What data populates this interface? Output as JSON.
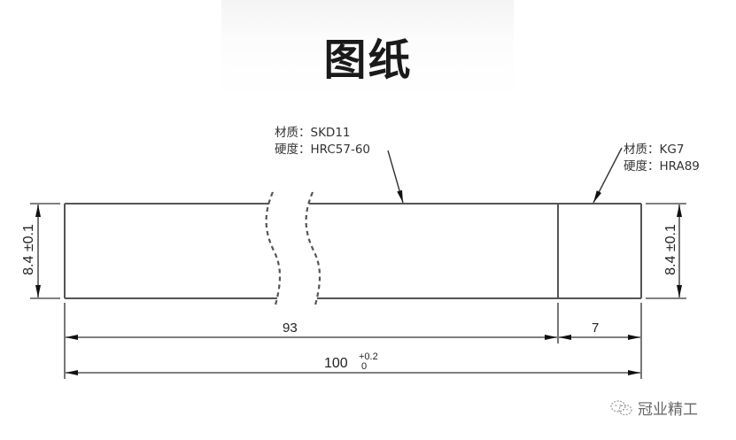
{
  "header": {
    "title": "图纸"
  },
  "drawing": {
    "stroke_color": "#555555",
    "part_left": {
      "material_label": "材质：SKD11",
      "hardness_label": "硬度：HRC57-60"
    },
    "part_right": {
      "material_label": "材质：KG7",
      "hardness_label": "硬度：HRA89"
    },
    "dimensions": {
      "height_left": "8.4 ±0.1",
      "height_right": "8.4 ±0.1",
      "length_left_segment": "93",
      "length_right_segment": "7",
      "total_length": "100",
      "total_tolerance_upper": "+0.2",
      "total_tolerance_lower": "0"
    }
  },
  "watermark": {
    "icon": "wechat-icon",
    "text": "冠业精工"
  }
}
